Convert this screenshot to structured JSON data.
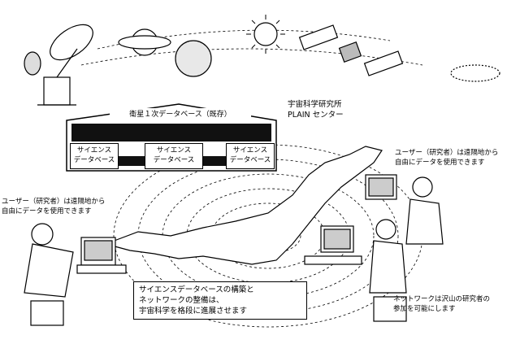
{
  "header": {
    "center_name": "宇宙科学研究所",
    "center_sub": "PLAIN センター",
    "db_title": "衛星１次データベース（既存）"
  },
  "databases": [
    {
      "line1": "サイエンス",
      "line2": "データベース"
    },
    {
      "line1": "サイエンス",
      "line2": "データベース"
    },
    {
      "line1": "サイエンス",
      "line2": "データベース"
    }
  ],
  "notes": {
    "user_right_line1": "ユーザー（研究者）は遠隔地から",
    "user_right_line2": "自由にデータを使用できます",
    "user_left_line1": "ユーザー（研究者）は遠隔地から",
    "user_left_line2": "自由にデータを使用できます",
    "network_line1": "ネットワークは沢山の研究者の",
    "network_line2": "参加を可能にします"
  },
  "caption": {
    "line1": "サイエンスデータベースの構築と",
    "line2": "ネットワークの整備は、",
    "line3": "宇宙科学を格段に進展させます"
  }
}
